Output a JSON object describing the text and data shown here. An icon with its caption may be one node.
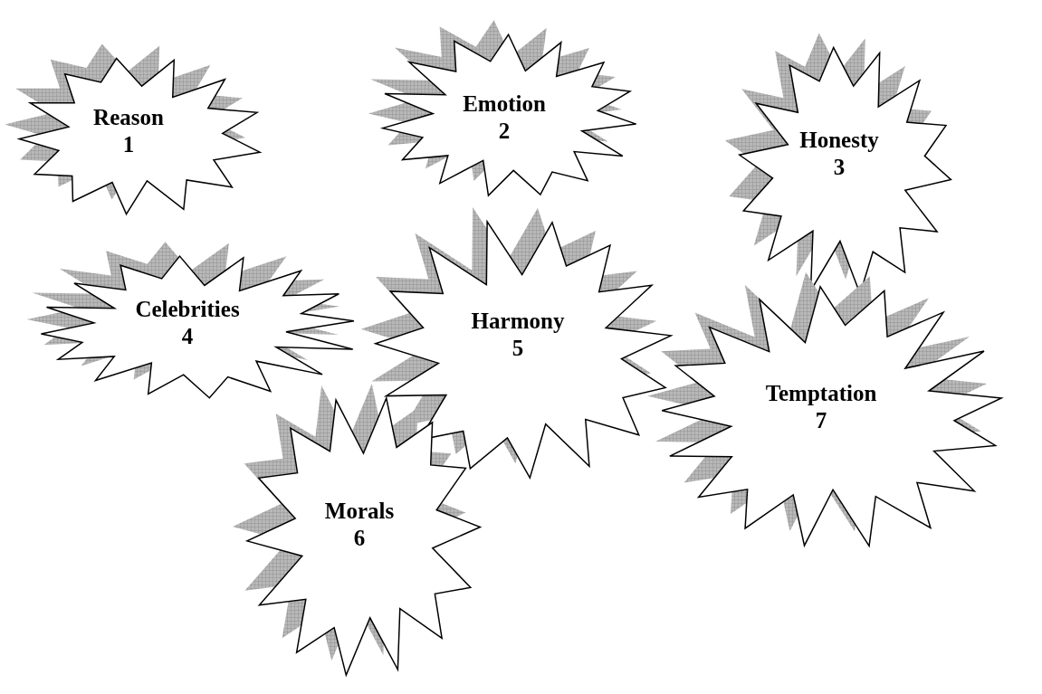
{
  "diagram": {
    "nodes": [
      {
        "text": [
          "Reason",
          "1"
        ]
      },
      {
        "text": [
          "Emotion",
          "2"
        ]
      },
      {
        "text": [
          "Honesty",
          "3"
        ]
      },
      {
        "text": [
          "Celebrities",
          "4"
        ]
      },
      {
        "text": [
          "Harmony",
          "5"
        ]
      },
      {
        "text": [
          "Morals",
          "6"
        ]
      },
      {
        "text": [
          "Temptation",
          "7"
        ]
      }
    ]
  }
}
